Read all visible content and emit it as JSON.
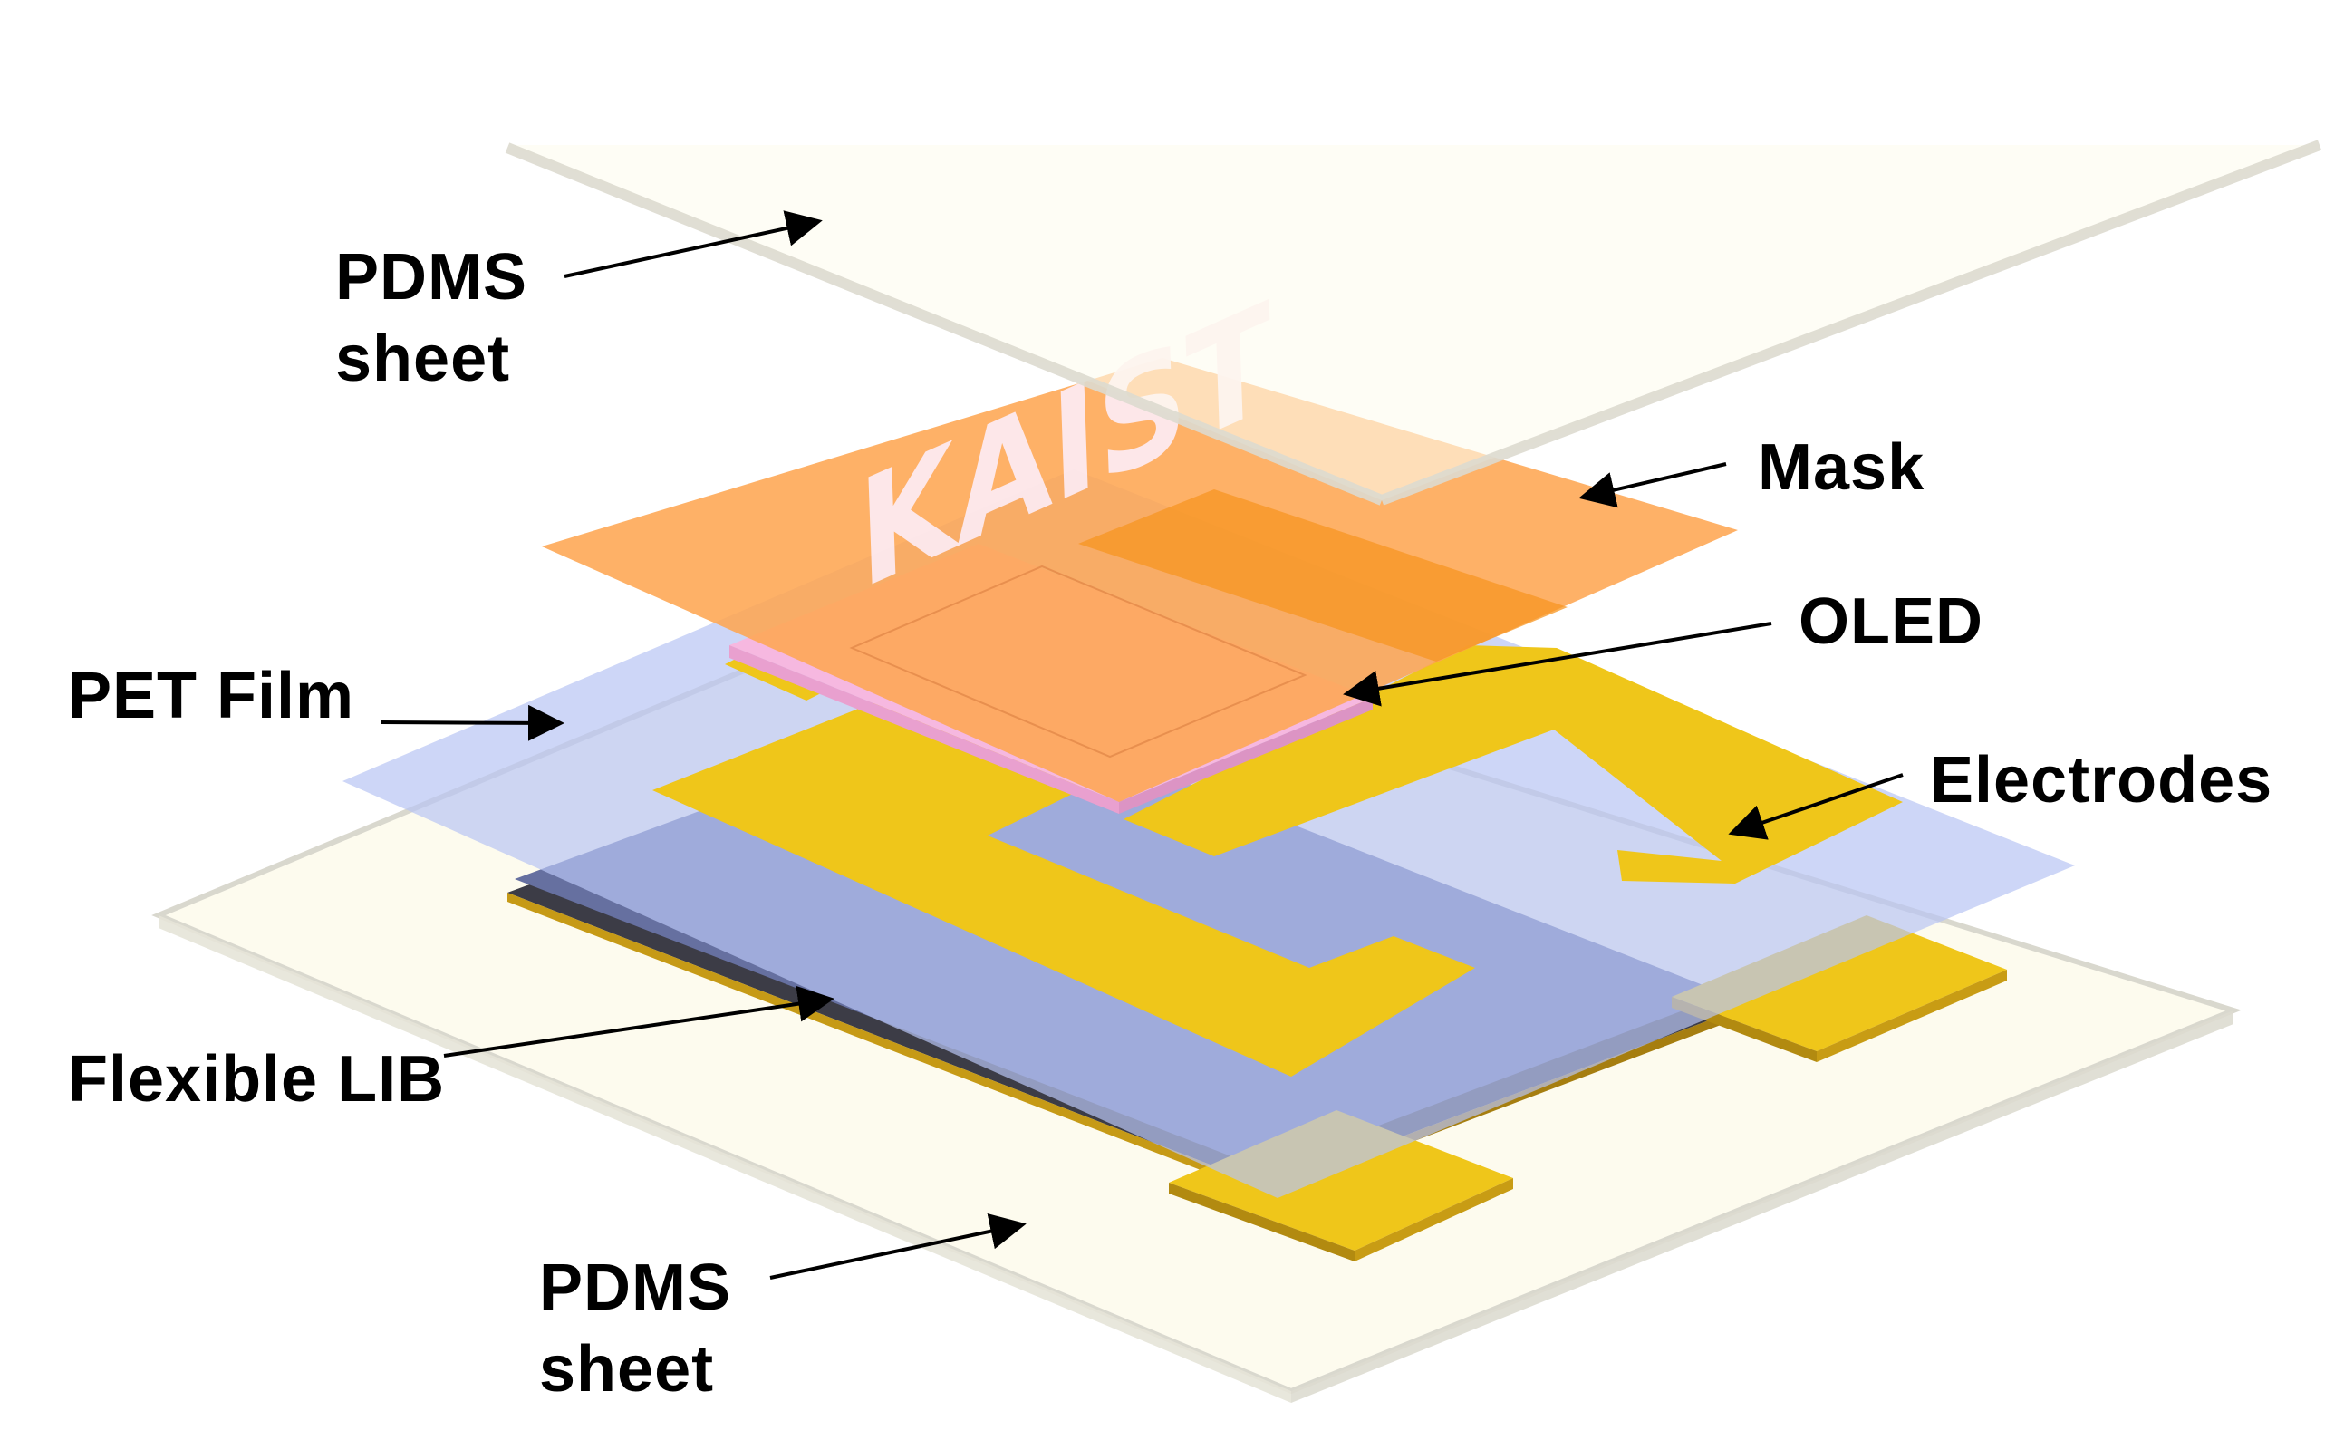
{
  "colors": {
    "pdms": "#fdfbee",
    "pdms_edge": "#d8d6cc",
    "pet": "#b8c4f4",
    "battery": "#6670a0",
    "battery_side": "#3c3c46",
    "electrode": "#efc61a",
    "electrode_side": "#b28a10",
    "oled": "#f6b8e0",
    "mask": "#fea652"
  },
  "mask_text": "KAIST",
  "labels": {
    "pdms_top_line1": "PDMS",
    "pdms_top_line2": "sheet",
    "mask": "Mask",
    "oled": "OLED",
    "pet_film": "PET Film",
    "electrodes": "Electrodes",
    "flexible_lib": "Flexible LIB",
    "pdms_bottom_line1": "PDMS",
    "pdms_bottom_line2": "sheet"
  }
}
